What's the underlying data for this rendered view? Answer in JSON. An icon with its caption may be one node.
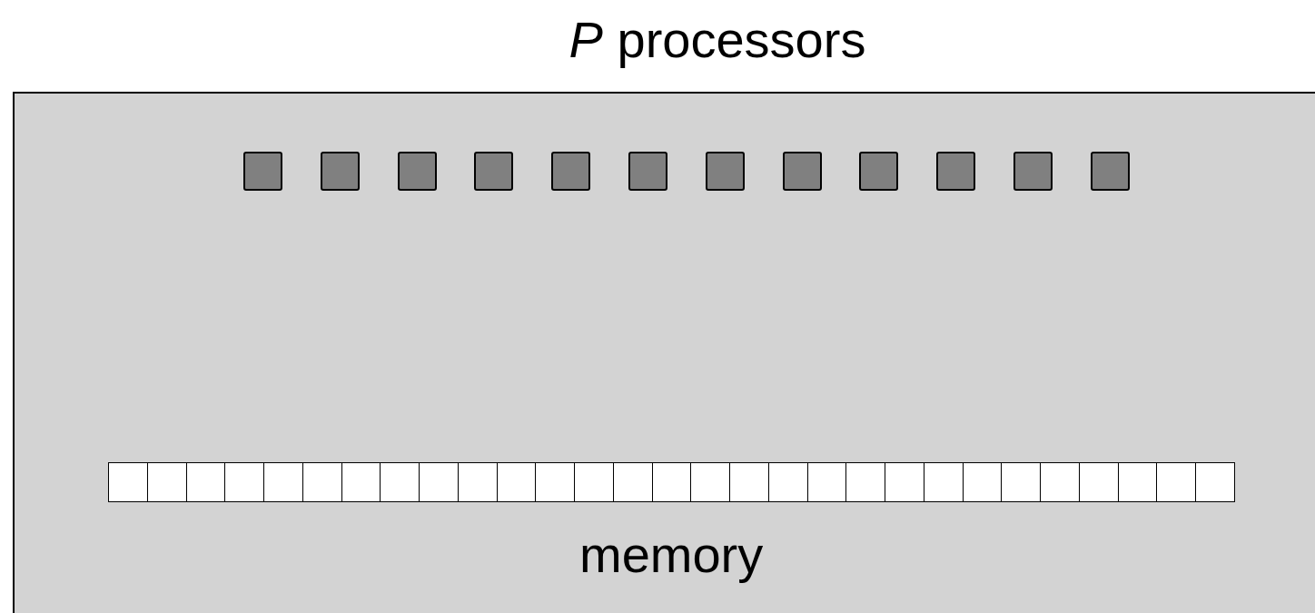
{
  "diagram": {
    "title": "*P* processors",
    "nodes": [
      {
        "text": [],
        "shape": "box"
      },
      {
        "text": [],
        "shape": "box",
        "in": 0
      },
      {
        "text": [],
        "shape": "box",
        "in": 0
      },
      {
        "text": [],
        "shape": "box",
        "in": 0
      },
      {
        "text": [],
        "shape": "box",
        "in": 0
      },
      {
        "text": [],
        "shape": "box",
        "in": 0
      },
      {
        "text": [],
        "shape": "box",
        "in": 0
      },
      {
        "text": [],
        "shape": "box",
        "in": 0
      },
      {
        "text": [],
        "shape": "box",
        "in": 0
      },
      {
        "text": [],
        "shape": "box",
        "in": 0
      },
      {
        "text": [],
        "shape": "box",
        "in": 0
      },
      {
        "text": [],
        "shape": "box",
        "in": 0
      },
      {
        "text": [],
        "shape": "box",
        "in": 0
      },
      {
        "text": [
          "memory"
        ],
        "in": 0
      },
      {
        "text": [],
        "shape": "box",
        "in": 13
      },
      {
        "text": [],
        "shape": "box",
        "in": 13
      },
      {
        "text": [],
        "shape": "box",
        "in": 13
      },
      {
        "text": [],
        "shape": "box",
        "in": 13
      },
      {
        "text": [],
        "shape": "box",
        "in": 13
      },
      {
        "text": [],
        "shape": "box",
        "in": 13
      },
      {
        "text": [],
        "shape": "box",
        "in": 13
      },
      {
        "text": [],
        "shape": "box",
        "in": 13
      },
      {
        "text": [],
        "shape": "box",
        "in": 13
      },
      {
        "text": [],
        "shape": "box",
        "in": 13
      },
      {
        "text": [],
        "shape": "box",
        "in": 13
      },
      {
        "text": [],
        "shape": "box",
        "in": 13
      },
      {
        "text": [],
        "shape": "box",
        "in": 13
      },
      {
        "text": [],
        "shape": "box",
        "in": 13
      },
      {
        "text": [],
        "shape": "box",
        "in": 13
      },
      {
        "text": [],
        "shape": "box",
        "in": 13
      },
      {
        "text": [],
        "shape": "box",
        "in": 13
      },
      {
        "text": [],
        "shape": "box",
        "in": 13
      },
      {
        "text": [],
        "shape": "box",
        "in": 13
      },
      {
        "text": [],
        "shape": "box",
        "in": 13
      },
      {
        "text": [],
        "shape": "box",
        "in": 13
      },
      {
        "text": [],
        "shape": "box",
        "in": 13
      },
      {
        "text": [],
        "shape": "box",
        "in": 13
      },
      {
        "text": [],
        "shape": "box",
        "in": 13
      },
      {
        "text": [],
        "shape": "box",
        "in": 13
      },
      {
        "text": [],
        "shape": "box",
        "in": 13
      },
      {
        "text": [],
        "shape": "box",
        "in": 13
      },
      {
        "text": [],
        "shape": "box",
        "in": 13
      },
      {
        "text": [],
        "shape": "box",
        "in": 13
      }
    ]
  }
}
